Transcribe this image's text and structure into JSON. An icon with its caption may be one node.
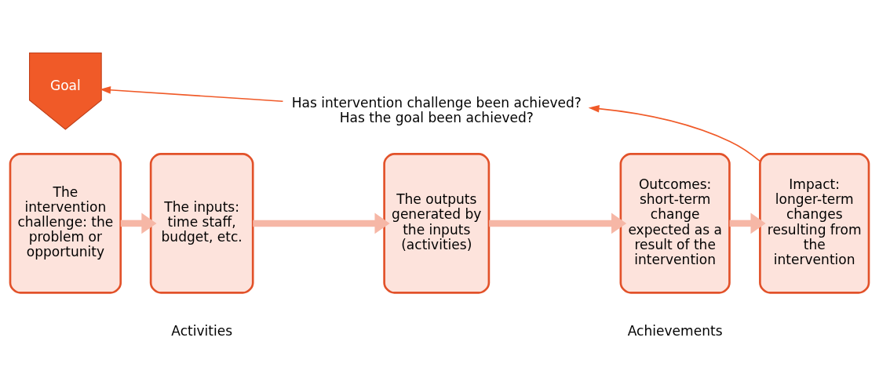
{
  "diagram": {
    "nodes": [
      {
        "text": [
          "Goal"
        ]
      },
      {
        "text": [
          "The intervention challenge: the problem or opportunity"
        ]
      },
      {
        "text": [
          "The inputs: time staff, budget, etc."
        ]
      },
      {
        "text": [
          "The outputs generated by the inputs (activities)"
        ]
      },
      {
        "text": [
          "Outcomes: short-term change expected as a result of the intervention"
        ]
      },
      {
        "text": [
          "Impact: longer-term changes resulting from the intervention"
        ]
      },
      {
        "text": [
          "Has intervention challenge been achieved? Has the goal been achieved?"
        ]
      }
    ],
    "edges": [
      {
        "from": 1,
        "to": 2,
        "arrow": "to"
      },
      {
        "from": 2,
        "to": 3,
        "arrow": "to"
      },
      {
        "from": 3,
        "to": 4,
        "arrow": "to"
      },
      {
        "from": 4,
        "to": 5,
        "arrow": "to"
      },
      {
        "from": 5,
        "to": 6,
        "arrow": "to",
        "color": "#f05a28"
      },
      {
        "from": 6,
        "to": 0,
        "arrow": "to",
        "color": "#f05a28"
      }
    ],
    "labels": [
      "Activities",
      "Achievements"
    ]
  }
}
